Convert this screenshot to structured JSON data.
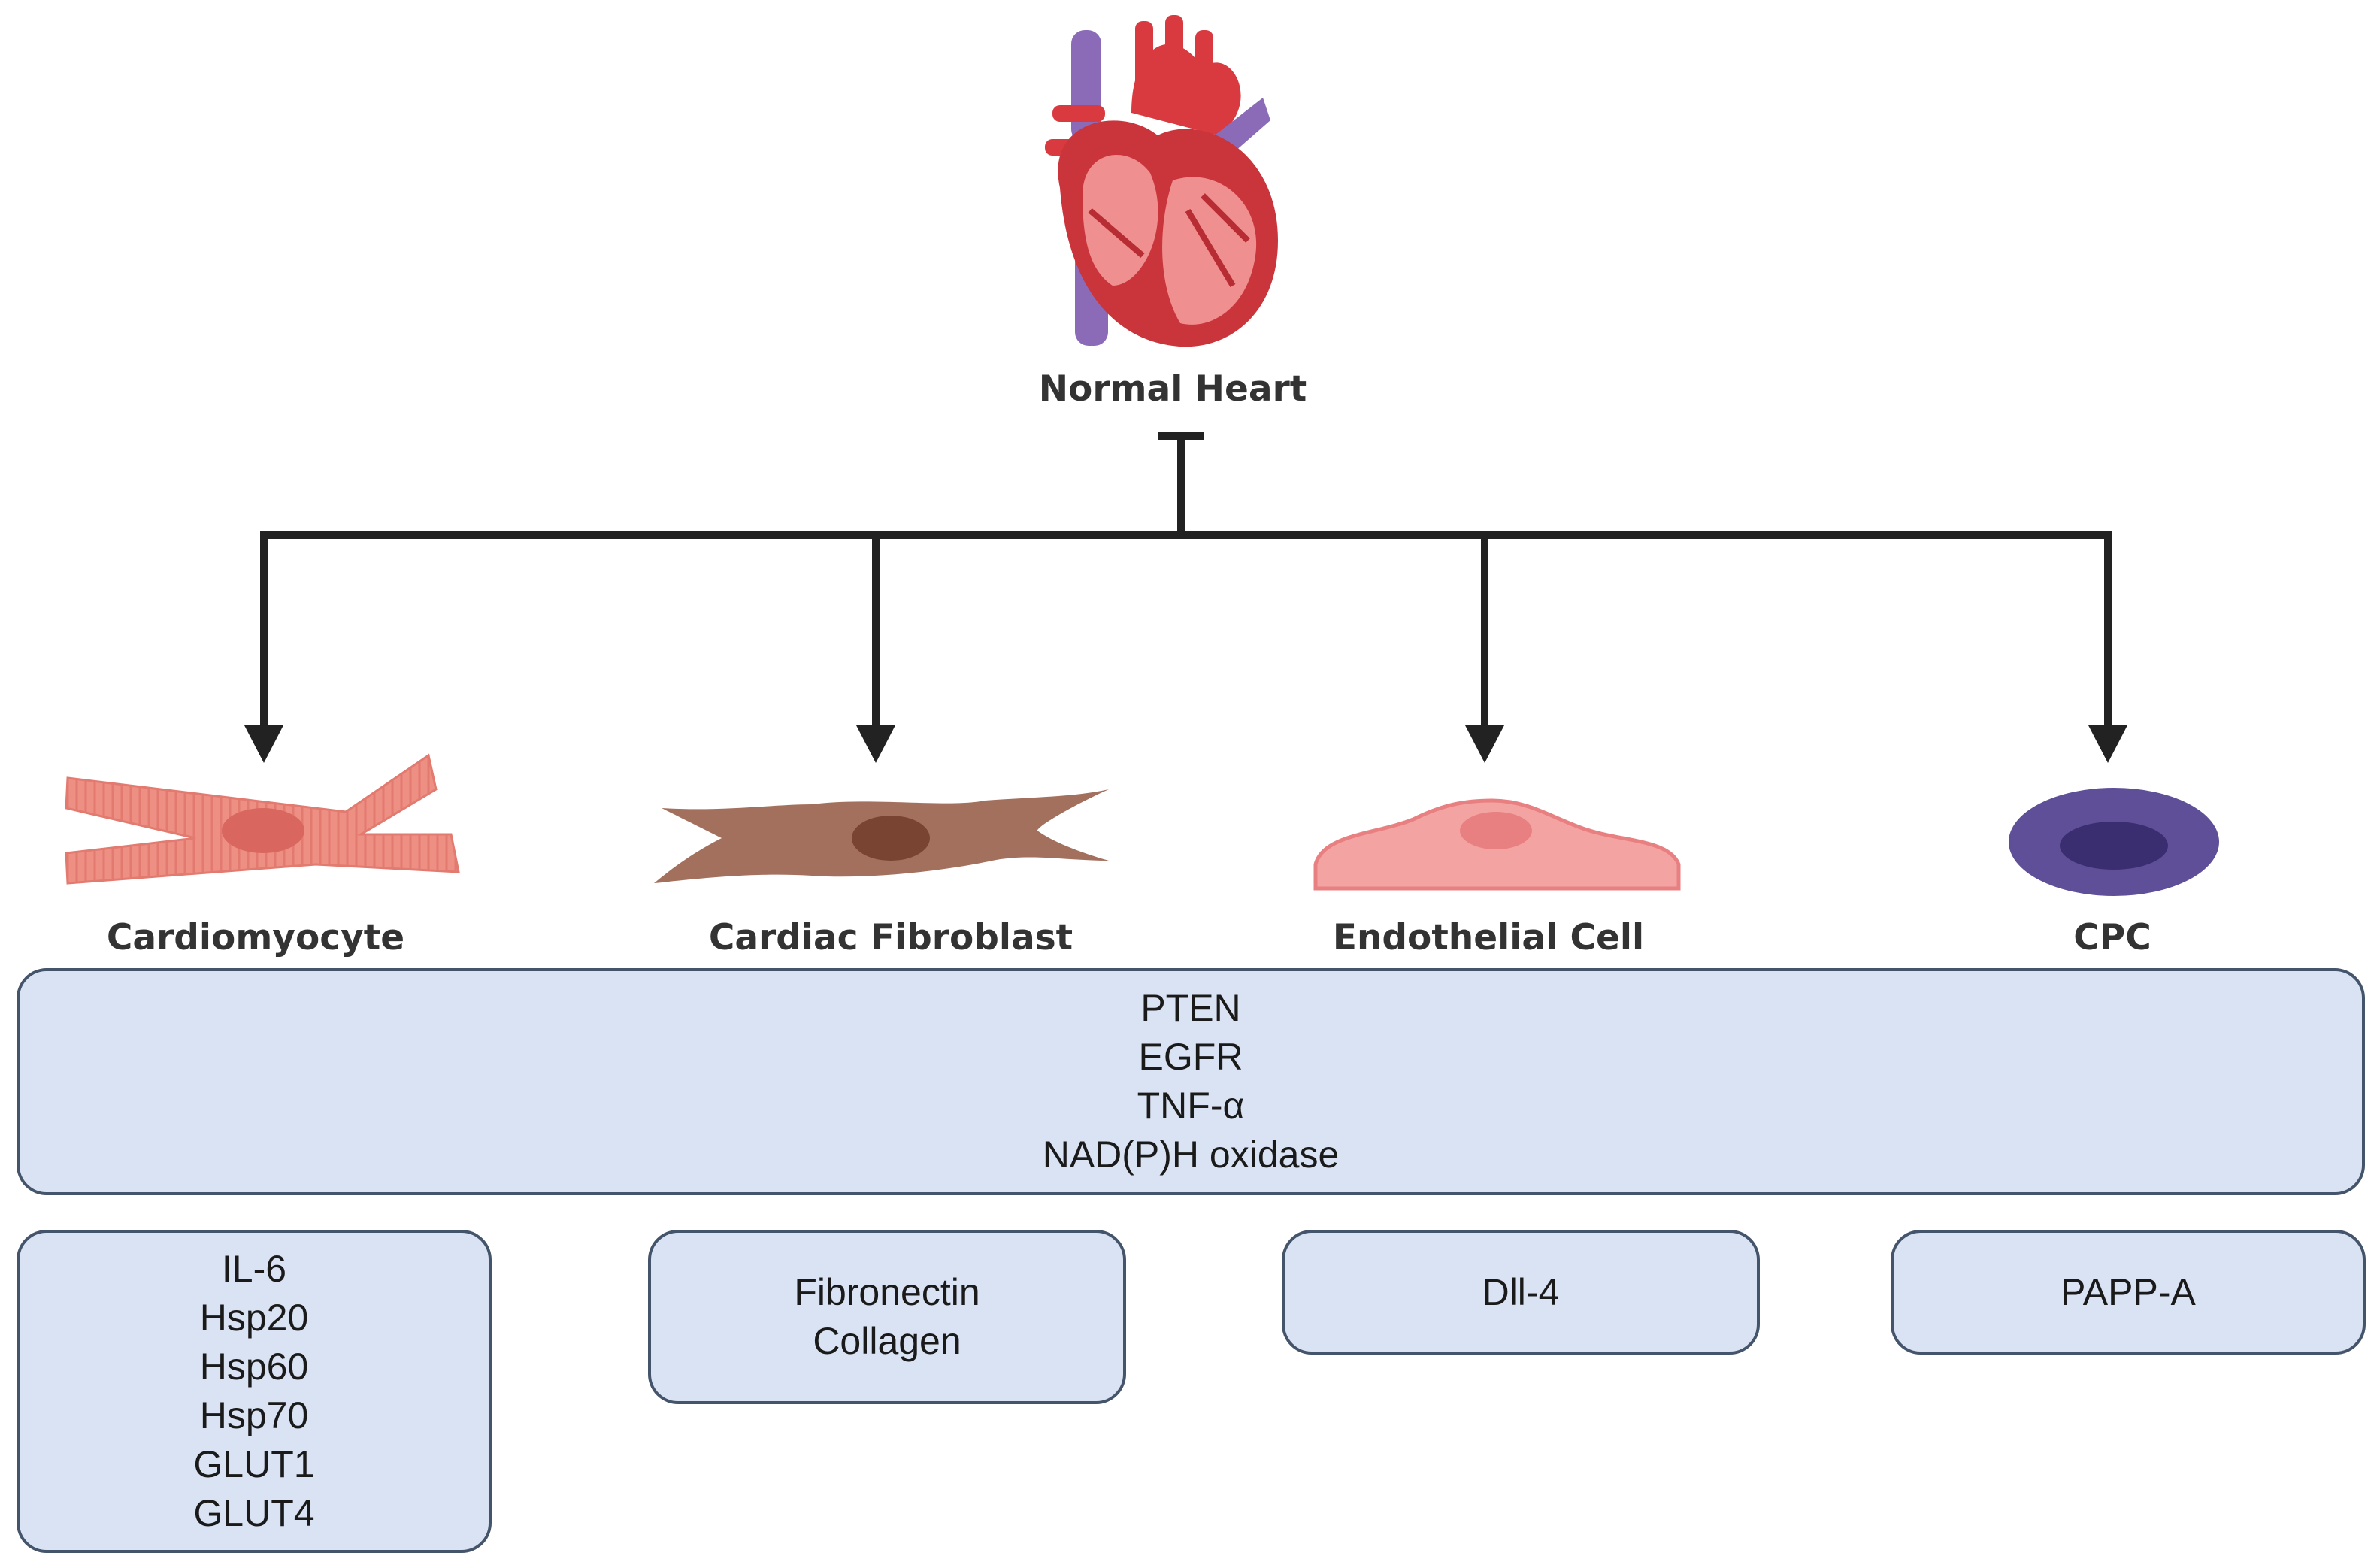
{
  "top_node": {
    "label": "Normal Heart",
    "icon": "heart-anatomy-icon"
  },
  "cells": [
    {
      "id": "cardiomyocyte",
      "label": "Cardiomyocyte",
      "icon": "cardiomyocyte-icon",
      "color": "#ee8f84"
    },
    {
      "id": "fibroblast",
      "label": "Cardiac Fibroblast",
      "icon": "fibroblast-icon",
      "color": "#a3705e"
    },
    {
      "id": "endothelial",
      "label": "Endothelial Cell",
      "icon": "endothelial-cell-icon",
      "color": "#f4a3a3"
    },
    {
      "id": "cpc",
      "label": "CPC",
      "icon": "cpc-cell-icon",
      "color": "#5f4f99"
    }
  ],
  "shared_box": {
    "items": [
      "PTEN",
      "EGFR",
      "TNF-α",
      "NAD(P)H oxidase"
    ]
  },
  "cell_boxes": [
    {
      "items": [
        "IL-6",
        "Hsp20",
        "Hsp60",
        "Hsp70",
        "GLUT1",
        "GLUT4"
      ]
    },
    {
      "items": [
        "Fibronectin",
        "Collagen"
      ]
    },
    {
      "items": [
        "Dll-4"
      ]
    },
    {
      "items": [
        "PAPP-A"
      ]
    }
  ],
  "colors": {
    "box_fill": "#dae3f3",
    "box_border": "#44546a",
    "arrow": "#222222"
  }
}
